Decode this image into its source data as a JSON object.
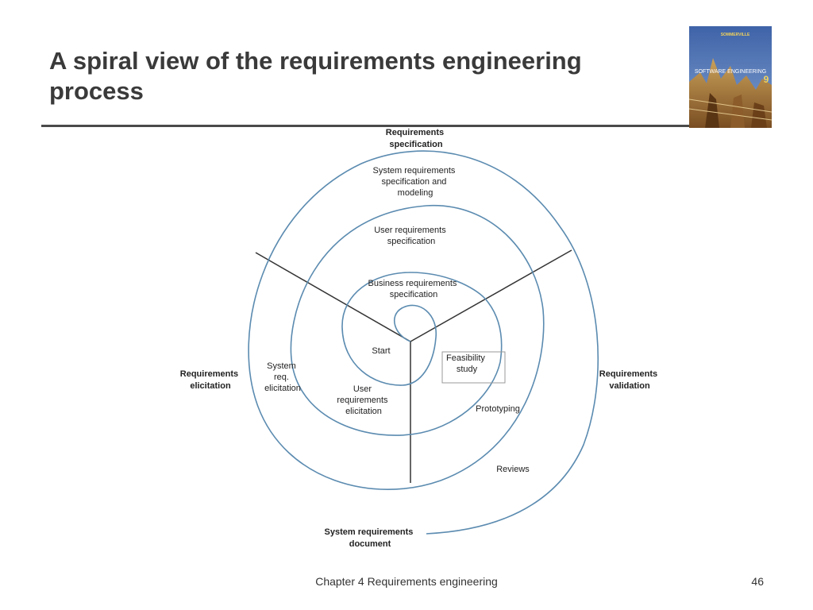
{
  "slide": {
    "title_line1": "A spiral view of the requirements engineering",
    "title_line2": "process",
    "footer": "Chapter 4 Requirements engineering",
    "page_number": "46"
  },
  "book_cover": {
    "author": "SOMMERVILLE",
    "title": "SOFTWARE ENGINEERING",
    "edition": "9"
  },
  "diagram": {
    "colors": {
      "spiral": "#5b8bb0",
      "divider": "#333333"
    },
    "sectors": {
      "specification": [
        "Requirements",
        "specification"
      ],
      "elicitation": [
        "Requirements",
        "elicitation"
      ],
      "validation": [
        "Requirements",
        "validation"
      ]
    },
    "labels": {
      "system_spec": [
        "System requirements",
        "specification and",
        "modeling"
      ],
      "user_spec": [
        "User requirements",
        "specification"
      ],
      "business_spec": [
        "Business requirements",
        "specification"
      ],
      "start": "Start",
      "feasibility": [
        "Feasibility",
        "study"
      ],
      "system_elicitation": [
        "System",
        "req.",
        "elicitation"
      ],
      "user_elicitation": [
        "User",
        "requirements",
        "elicitation"
      ],
      "prototyping": "Prototyping",
      "reviews": "Reviews",
      "output": [
        "System requirements",
        "document"
      ]
    }
  }
}
